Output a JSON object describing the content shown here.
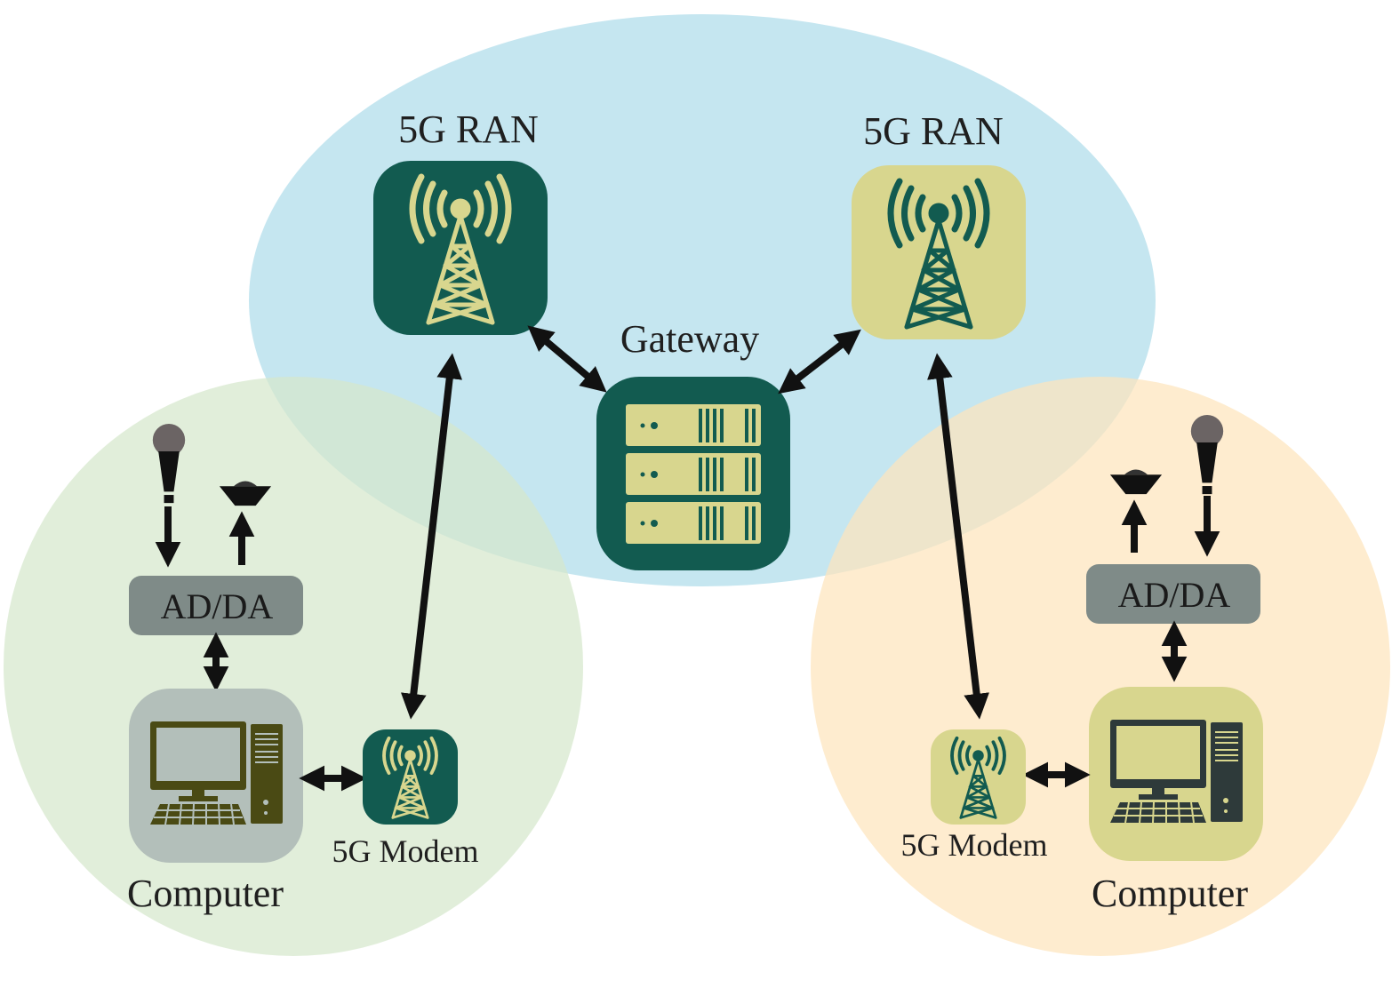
{
  "labels": {
    "ran_left": "5G RAN",
    "ran_right": "5G RAN",
    "gateway": "Gateway",
    "adda_left": "AD/DA",
    "adda_right": "AD/DA",
    "modem_left": "5G Modem",
    "modem_right": "5G Modem",
    "computer_left": "Computer",
    "computer_right": "Computer"
  },
  "colors": {
    "core_zone": "#c5e6f0",
    "left_zone": "#dcebd2",
    "right_zone": "#fbe6c5",
    "dark_teal": "#125b50",
    "khaki": "#d8d68e",
    "gray_box": "#7f8b88",
    "computer_bg_left": "#b3bfba",
    "computer_bg_right": "#d8d68e",
    "mic_gray": "#6b6464",
    "arrow": "#111111"
  },
  "icons": {
    "tower": "cell-tower-icon",
    "server": "server-rack-icon",
    "computer": "desktop-computer-icon",
    "microphone": "microphone-icon",
    "speaker": "speaker-icon"
  }
}
